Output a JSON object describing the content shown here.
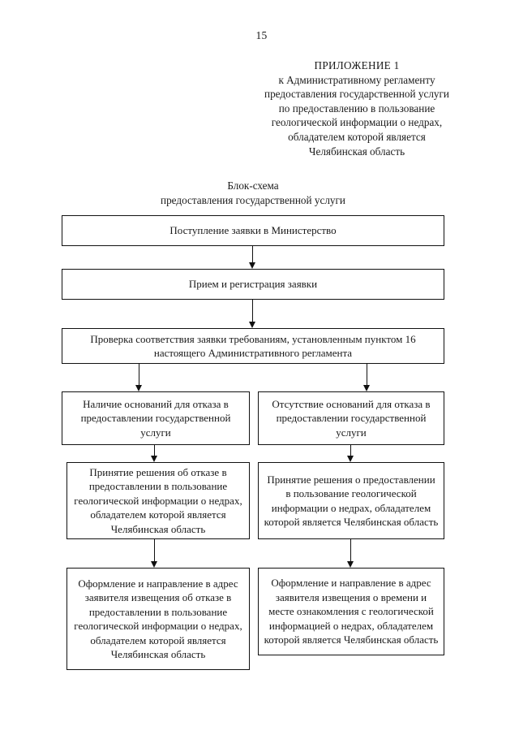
{
  "document": {
    "page_number": "15",
    "appendix_header": [
      "ПРИЛОЖЕНИЕ 1",
      "к Административному регламенту",
      "предоставления государственной услуги",
      "по предоставлению в пользование",
      "геологической информации о недрах,",
      "обладателем которой является",
      "Челябинская область"
    ],
    "chart_caption": [
      "Блок-схема",
      "предоставления государственной услуги"
    ]
  },
  "flowchart": {
    "nodes": {
      "intake": "Поступление заявки в Министерство",
      "register": "Прием и регистрация заявки",
      "check": "Проверка соответствия заявки требованиям, установленным пунктом 16 настоящего Административного регламента",
      "grounds_yes": "Наличие оснований для отказа в предоставлении государственной услуги",
      "grounds_no": "Отсутствие оснований для отказа в предоставлении государственной услуги",
      "decision_refuse": "Принятие решения об отказе в предоставлении в пользование геологической информации о недрах, обладателем которой является Челябинская область",
      "decision_grant": "Принятие решения о предоставлении в пользование геологической информации о недрах, обладателем которой является Челябинская область",
      "issue_refuse": "Оформление и направление в адрес заявителя извещения об отказе в предоставлении в пользование геологической информации о недрах, обладателем которой является Челябинская область",
      "issue_grant": "Оформление и направление в адрес заявителя извещения о времени и месте ознакомления с геологической информацией о недрах, обладателем которой является Челябинская область"
    },
    "colors": {
      "border": "#111111",
      "text": "#1a1a1a",
      "background": "#ffffff"
    }
  }
}
